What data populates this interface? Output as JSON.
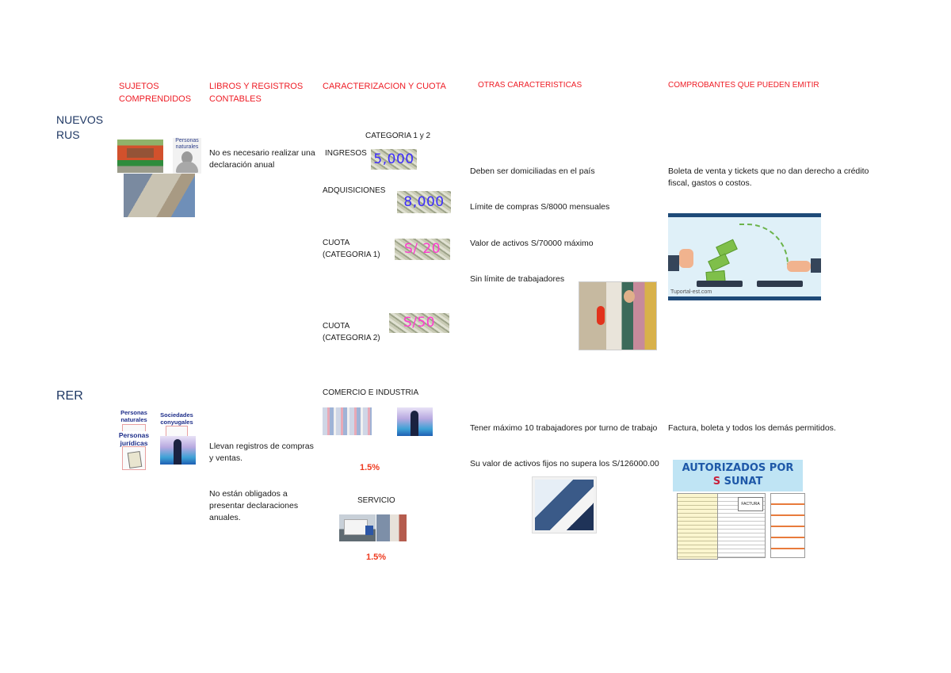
{
  "headers": {
    "sujetos": [
      "SUJETOS",
      "COMPRENDIDOS"
    ],
    "libros": [
      "LIBROS Y REGISTROS",
      "CONTABLES"
    ],
    "caracterizacion": "CARACTERIZACION Y CUOTA",
    "otras": "OTRAS CARACTERISTICAS",
    "comprobantes": "COMPROBANTES QUE PUEDEN EMITIR"
  },
  "colors": {
    "header_red": "#ee1c25",
    "row_title_navy": "#1f3864",
    "percent_orange": "#ee3a1f",
    "money_blue": "#3b2bff",
    "money_pink": "#ff3ad0"
  },
  "nuevo_rus": {
    "title": [
      "NUEVOS",
      "RUS"
    ],
    "sujetos": {
      "images": [
        "kiosk-photo",
        "personas-naturales-icon",
        "carpenter-photo"
      ],
      "personas_naturales_caption": [
        "Personas",
        "naturales"
      ]
    },
    "libros": [
      "No es necesario realizar una",
      "declaración anual"
    ],
    "caracterizacion": {
      "categoria": "CATEGORIA 1 y 2",
      "ingresos_label": "INGRESOS",
      "ingresos_value": "5,000",
      "adquisiciones_label": "ADQUISICIONES",
      "adquisiciones_value": "8,000",
      "cuota1_label": [
        "CUOTA",
        "(CATEGORIA 1)"
      ],
      "cuota1_value": "S/ 20",
      "cuota2_label": [
        "CUOTA",
        "(CATEGORIA 2)"
      ],
      "cuota2_value": "S/50"
    },
    "otras": [
      "Deben ser domiciliadas en el país",
      "Límite de compras S/8000 mensuales",
      "Valor de activos S/70000 máximo",
      "Sin límite de trabajadores"
    ],
    "comprobantes": [
      "Boleta de venta y tickets que no dan derecho a crédito",
      "fiscal, gastos o costos."
    ],
    "payment_watermark": "Tuportal-est.com"
  },
  "rer": {
    "title": "RER",
    "sujetos": {
      "personas_naturales": [
        "Personas",
        "naturales"
      ],
      "sociedades_conyugales": [
        "Sociedades",
        "conyugales"
      ],
      "personas_juridicas": [
        "Personas",
        "jurídicas"
      ]
    },
    "libros": {
      "p1": [
        "Llevan registros de compras",
        "y ventas."
      ],
      "p2": [
        "No están obligados a",
        "presentar declaraciones",
        "anuales."
      ]
    },
    "caracterizacion": {
      "comercio_label": "COMERCIO E INDUSTRIA",
      "comercio_rate": "1.5%",
      "servicio_label": "SERVICIO",
      "servicio_rate": "1.5%"
    },
    "otras": [
      "Tener máximo 10 trabajadores por turno de trabajo",
      "Su valor de activos fijos no supera los S/126000.00"
    ],
    "comprobantes": "Factura, boleta y todos los demás permitidos.",
    "sunat_banner": [
      "AUTORIZADOS POR",
      "SUNAT"
    ],
    "factura_label": "FACTURA"
  }
}
